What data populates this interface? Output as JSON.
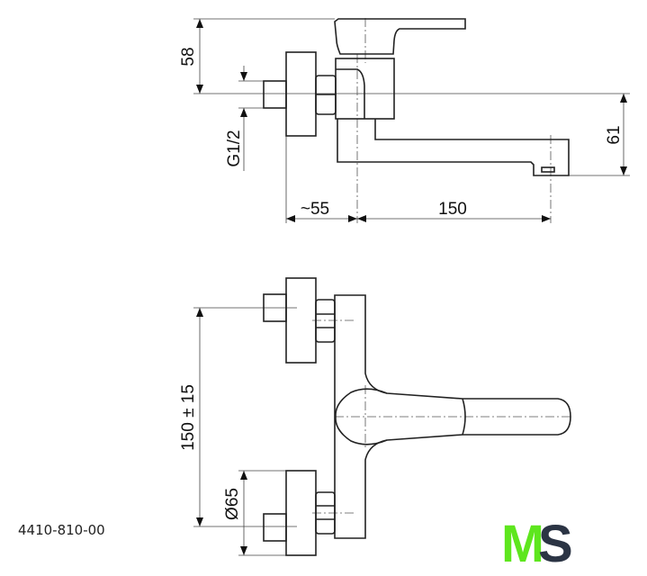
{
  "drawing": {
    "part_number": "4410-810-00",
    "logo_text": "MS",
    "logo_colors": {
      "m": "#5ee61e",
      "s": "#2b3444"
    },
    "side_view": {
      "dim_lever_height": "58",
      "dim_thread": "G1/2",
      "dim_wall_offset": "~55",
      "dim_spout_reach": "150",
      "dim_spout_height": "61"
    },
    "top_view": {
      "dim_inlet_spacing": "150 ± 15",
      "dim_escutcheon_diameter": "Ø65"
    }
  }
}
